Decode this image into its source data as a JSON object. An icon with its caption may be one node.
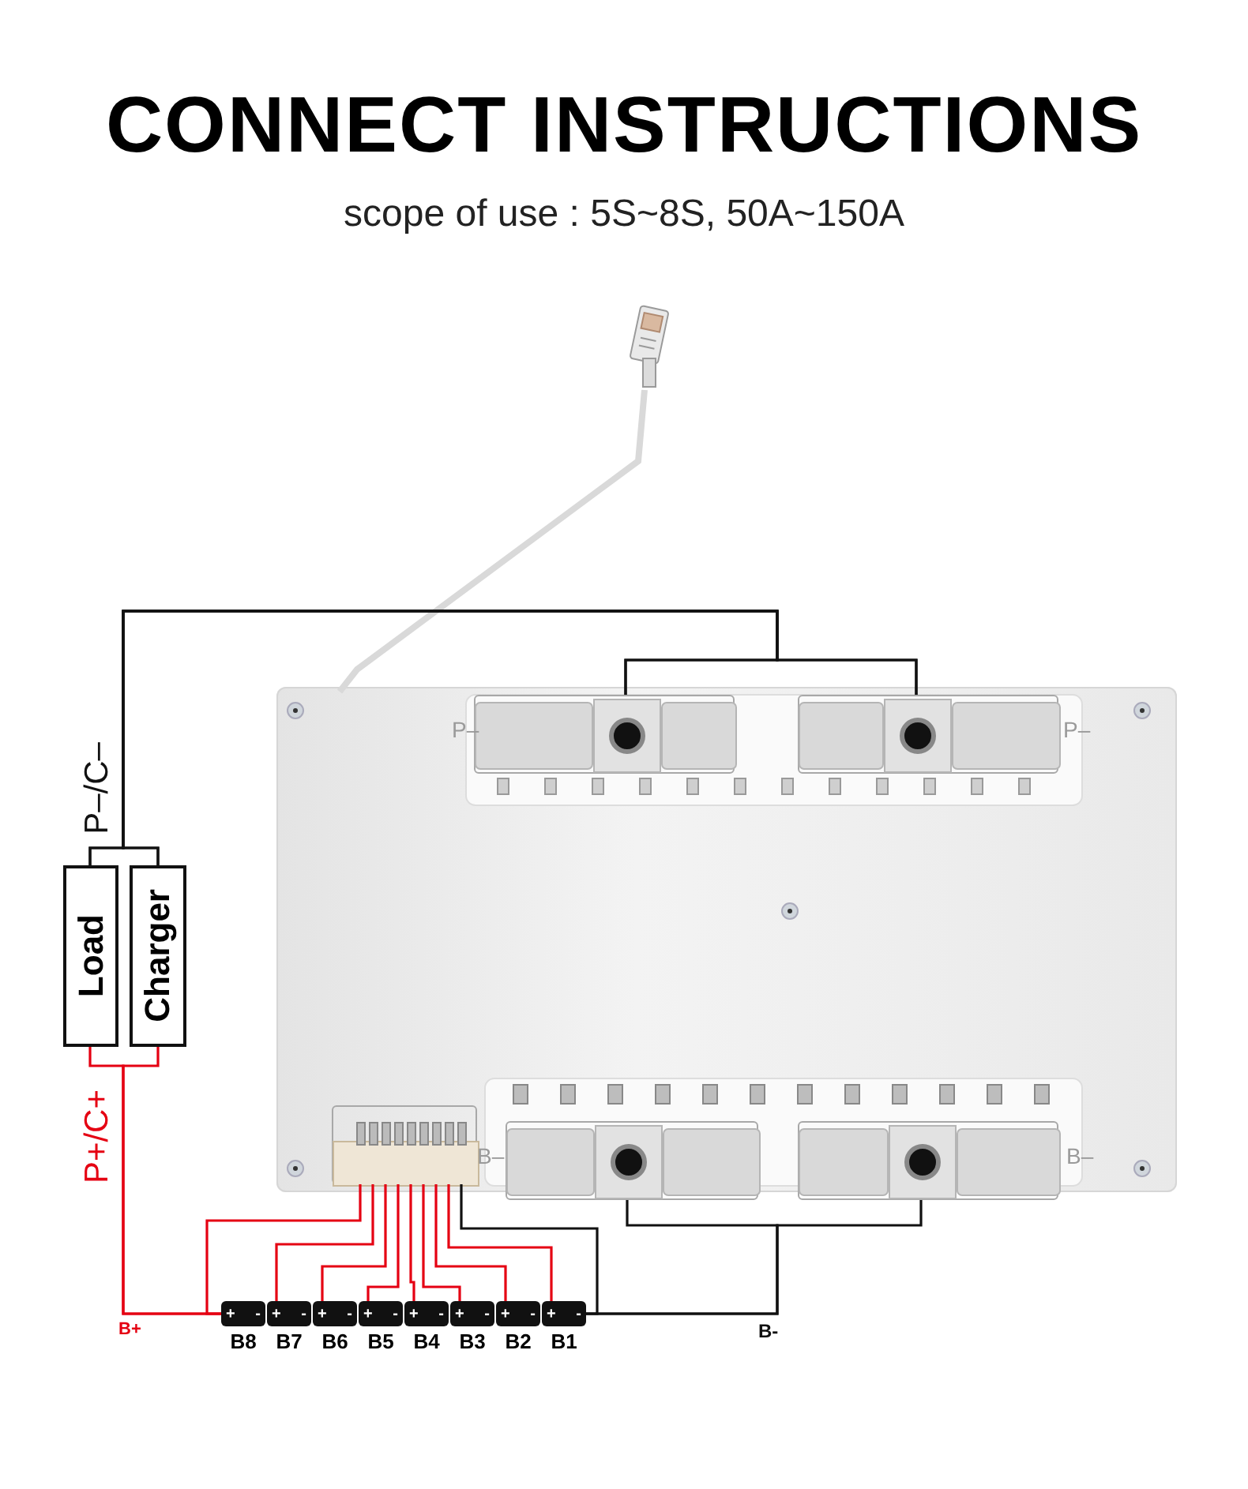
{
  "diagram": {
    "title": "CONNECT INSTRUCTIONS",
    "nodes": [
      {
        "text": [],
        "shape": "picture"
      },
      {
        "text": [],
        "shape": "picture"
      },
      {
        "text": [],
        "shape": "box",
        "in": 1,
        "beside": [
          "P–"
        ]
      },
      {
        "text": [],
        "shape": "box",
        "in": 1,
        "beside": [
          "P–"
        ]
      },
      {
        "text": [],
        "shape": "box",
        "in": 1,
        "beside": [
          "B–"
        ]
      },
      {
        "text": [],
        "shape": "box",
        "in": 1,
        "beside": [
          "B–"
        ]
      },
      {
        "text": [],
        "shape": "box",
        "in": 1
      },
      {
        "text": [
          "Load"
        ]
      },
      {
        "text": [
          "Charger"
        ]
      },
      {
        "text": [
          "+",
          "-",
          "B8"
        ]
      },
      {
        "text": [
          "+",
          "-",
          "B7"
        ]
      },
      {
        "text": [
          "+",
          "-",
          "B6"
        ]
      },
      {
        "text": [
          "+",
          "-",
          "B5"
        ]
      },
      {
        "text": [
          "+",
          "-",
          "B4"
        ]
      },
      {
        "text": [
          "+",
          "-",
          "B3"
        ]
      },
      {
        "text": [
          "+",
          "-",
          "B2"
        ]
      },
      {
        "text": [
          "+",
          "-",
          "B1"
        ]
      }
    ],
    "edges": [
      {
        "from": 0,
        "to": 1,
        "arrow": "none",
        "style": "thick",
        "color": "#d9d9d9"
      },
      {
        "from": 7,
        "to": 2,
        "arrow": "none",
        "label": "P–/C–",
        "color": "#111111"
      },
      {
        "from": 7,
        "to": 3,
        "arrow": "none",
        "color": "#111111"
      },
      {
        "from": 8,
        "to": 2,
        "arrow": "none",
        "color": "#111111"
      },
      {
        "from": 8,
        "to": 3,
        "arrow": "none",
        "color": "#111111"
      },
      {
        "from": 7,
        "to": 9,
        "arrow": "none",
        "label": "P+/C+"
      },
      {
        "from": 8,
        "to": 9,
        "arrow": "none"
      },
      {
        "from": 16,
        "to": 4,
        "arrow": "none",
        "label": "B-",
        "color": "#111111"
      },
      {
        "from": 16,
        "to": 5,
        "arrow": "none",
        "color": "#111111"
      },
      {
        "from": 6,
        "to": 9,
        "arrow": "none"
      },
      {
        "from": 6,
        "to": 10,
        "arrow": "none"
      },
      {
        "from": 6,
        "to": 11,
        "arrow": "none"
      },
      {
        "from": 6,
        "to": 12,
        "arrow": "none"
      },
      {
        "from": 6,
        "to": 13,
        "arrow": "none"
      },
      {
        "from": 6,
        "to": 14,
        "arrow": "none"
      },
      {
        "from": 6,
        "to": 15,
        "arrow": "none"
      },
      {
        "from": 6,
        "to": 16,
        "arrow": "none"
      },
      {
        "from": 6,
        "to": 16,
        "arrow": "none",
        "color": "#111111"
      }
    ],
    "labels": [
      "scope of use : 5S~8S, 50A~150A",
      "B+"
    ]
  }
}
